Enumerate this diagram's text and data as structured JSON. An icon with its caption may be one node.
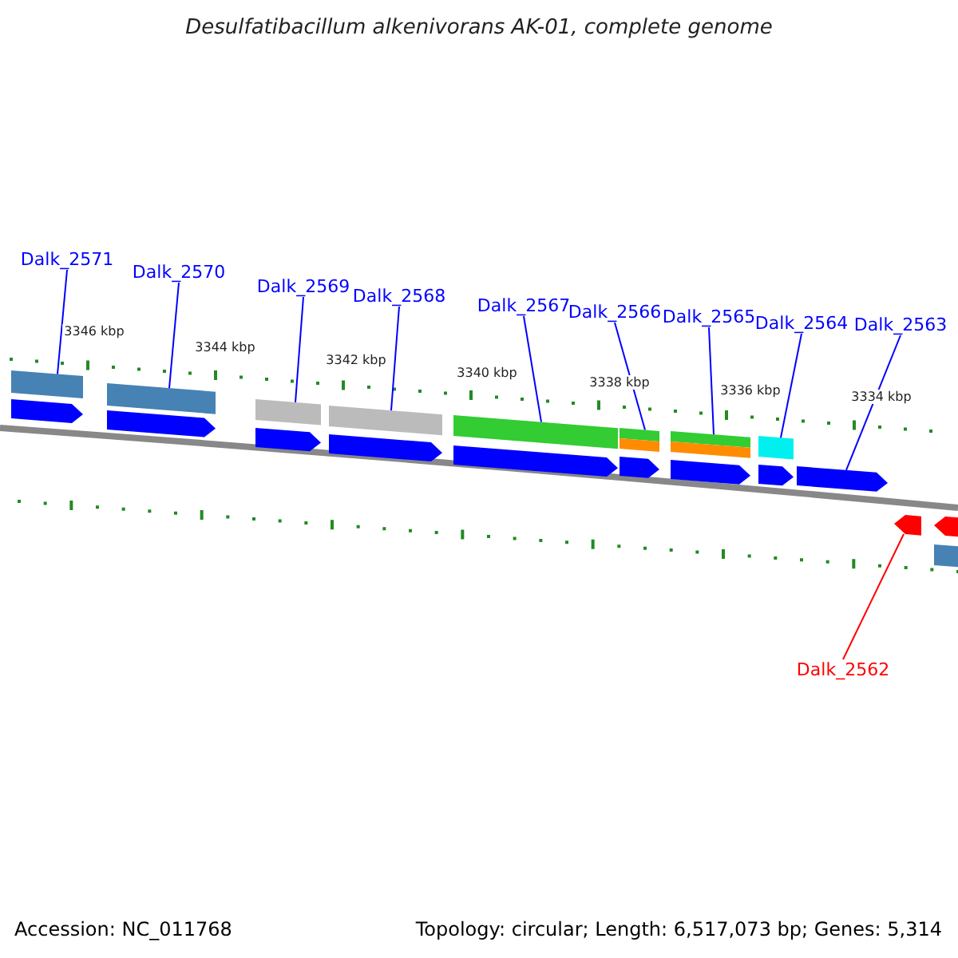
{
  "diagram": {
    "title": "Desulfatibacillum alkenivorans AK-01, complete genome",
    "nodes": [
      {
        "text": [
          "Dalk_2571"
        ]
      },
      {
        "text": [
          "Dalk_2570"
        ]
      },
      {
        "text": [
          "Dalk_2569"
        ]
      },
      {
        "text": [
          "Dalk_2568"
        ]
      },
      {
        "text": [
          "Dalk_2567"
        ]
      },
      {
        "text": [
          "Dalk_2566"
        ]
      },
      {
        "text": [
          "Dalk_2565"
        ]
      },
      {
        "text": [
          "Dalk_2564"
        ]
      },
      {
        "text": [
          "Dalk_2563"
        ]
      },
      {
        "text": [
          "Dalk_2562"
        ]
      },
      {
        "text": [],
        "shape": "arrow"
      },
      {
        "text": [],
        "shape": "arrow"
      },
      {
        "text": [],
        "shape": "arrow"
      },
      {
        "text": [],
        "shape": "arrow"
      },
      {
        "text": [],
        "shape": "arrow"
      },
      {
        "text": [],
        "shape": "arrow"
      },
      {
        "text": [],
        "shape": "arrow"
      },
      {
        "text": [],
        "shape": "arrow"
      },
      {
        "text": [],
        "shape": "arrow"
      },
      {
        "text": [],
        "shape": "arrow"
      },
      {
        "text": [],
        "shape": "arrow"
      }
    ],
    "edges": [
      {
        "from": 0,
        "to": 10,
        "arrow": "none"
      },
      {
        "from": 1,
        "to": 11,
        "arrow": "none"
      },
      {
        "from": 2,
        "to": 12,
        "arrow": "none"
      },
      {
        "from": 3,
        "to": 13,
        "arrow": "none"
      },
      {
        "from": 4,
        "to": 14,
        "arrow": "none"
      },
      {
        "from": 5,
        "to": 15,
        "arrow": "none"
      },
      {
        "from": 6,
        "to": 16,
        "arrow": "none"
      },
      {
        "from": 7,
        "to": 17,
        "arrow": "none"
      },
      {
        "from": 8,
        "to": 18,
        "arrow": "none"
      },
      {
        "from": 9,
        "to": 19,
        "arrow": "none",
        "color": "#ff0000"
      }
    ],
    "labels": [
      "3346 kbp",
      "3344 kbp",
      "3342 kbp",
      "3340 kbp",
      "3338 kbp",
      "3336 kbp",
      "3334 kbp",
      "Accession: NC_011768",
      "Topology: circular; Length: 6,517,073 bp; Genes: 5,314"
    ]
  }
}
